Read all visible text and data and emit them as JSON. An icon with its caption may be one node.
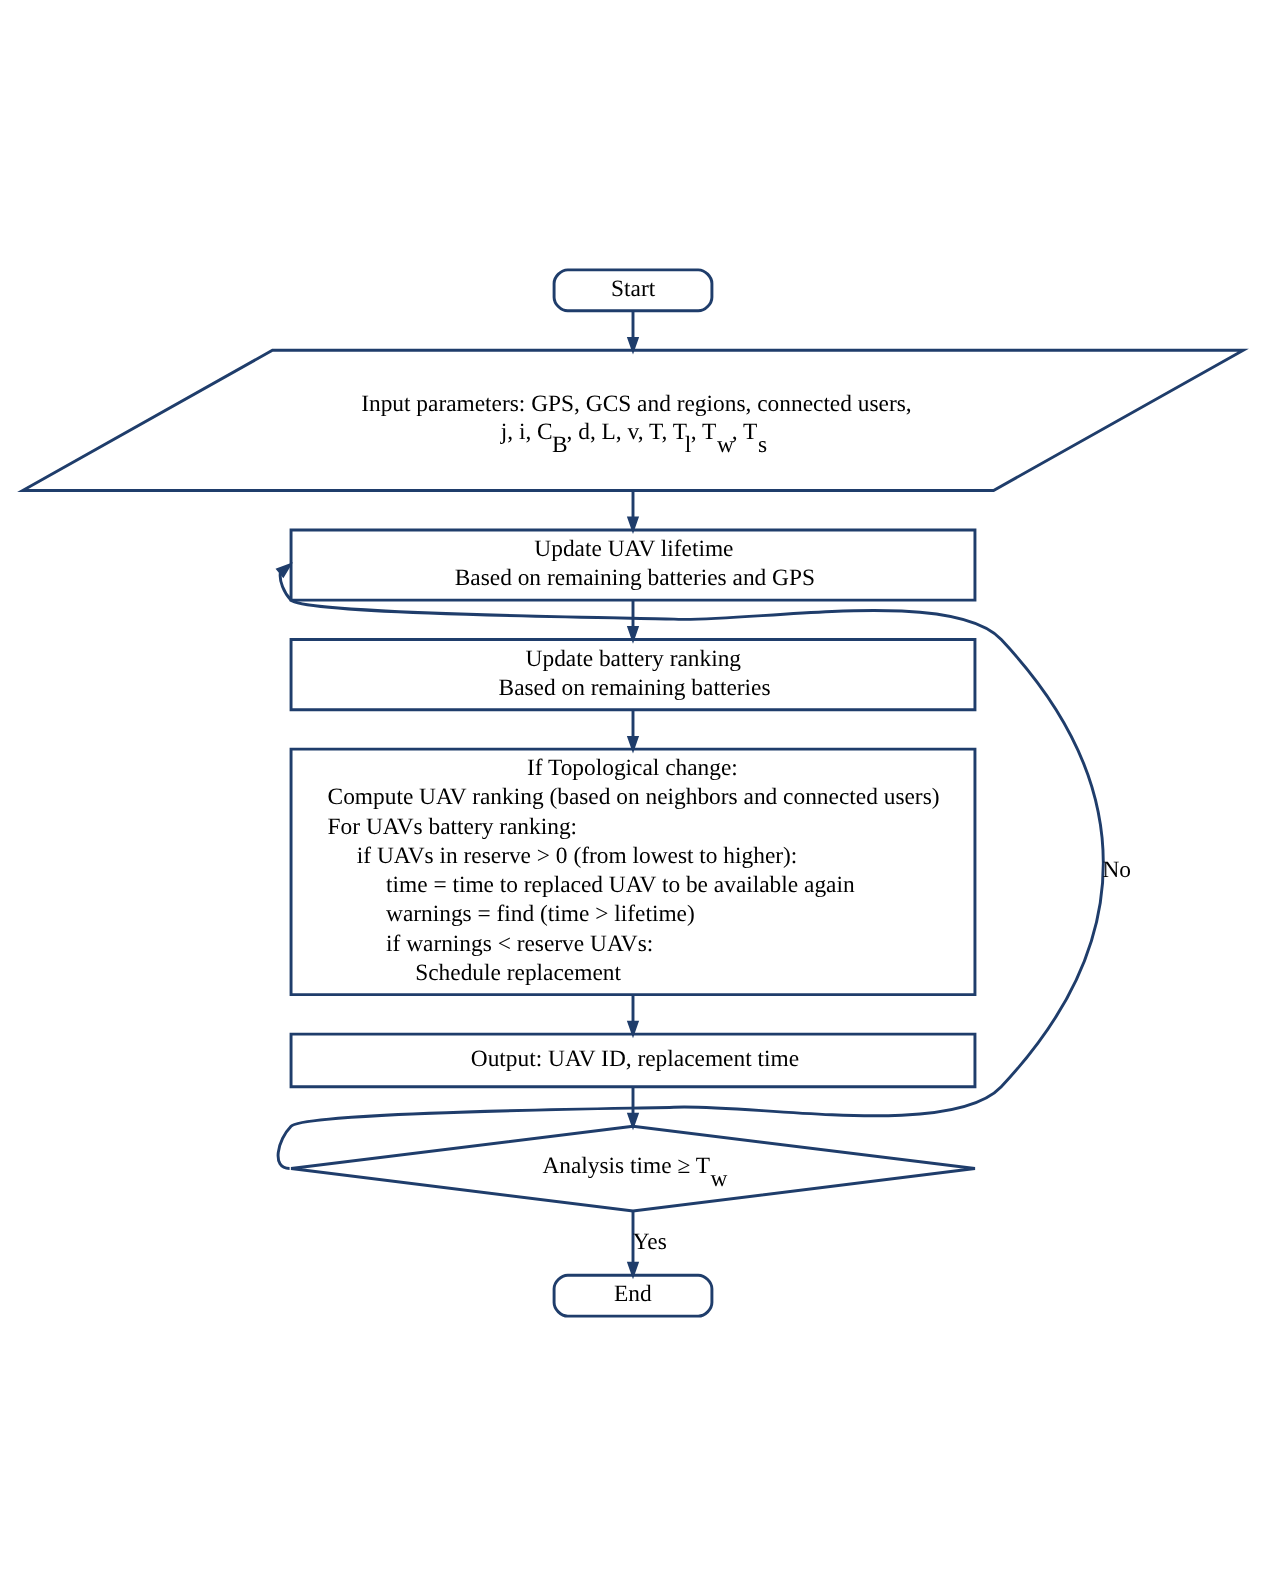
{
  "diagram": {
    "nodes": [
      {
        "text": [
          "Start"
        ]
      },
      {
        "text": [
          "Input parameters: GPS, GCS and regions, connected users, j, i, C$_{B}$, d, L, v, T, T$_{l}$, T$_{w}$, T$_{s}$"
        ]
      },
      {
        "text": [
          "Update UAV lifetime",
          "Based on remaining batteries and GPS"
        ]
      },
      {
        "text": [
          "Update battery ranking",
          "Based on remaining batteries"
        ]
      },
      {
        "text": [
          "If Topological change:",
          "Compute UAV ranking (based on neighbors and connected users)",
          "For UAVs battery ranking:",
          "if UAVs in reserve > 0 (from lowest to higher):",
          "time = time to replaced UAV to be available again",
          "warnings = find (time > lifetime)",
          "if warnings < reserve UAVs:",
          "Schedule replacement"
        ]
      },
      {
        "text": [
          "Output: UAV ID, replacement time"
        ]
      },
      {
        "text": [
          "Analysis time ≥ T$_{w}$"
        ]
      },
      {
        "text": [
          "End"
        ]
      }
    ],
    "edges": [
      {
        "from": 0,
        "to": 1,
        "arrow": "to"
      },
      {
        "from": 1,
        "to": 2,
        "arrow": "to"
      },
      {
        "from": 2,
        "to": 3,
        "arrow": "to"
      },
      {
        "from": 3,
        "to": 4,
        "arrow": "to"
      },
      {
        "from": 4,
        "to": 5,
        "arrow": "to"
      },
      {
        "from": 5,
        "to": 6,
        "arrow": "to"
      },
      {
        "from": 6,
        "to": 7,
        "arrow": "to",
        "label": "Yes"
      },
      {
        "from": 6,
        "to": 2,
        "arrow": "to",
        "label": "No"
      }
    ]
  }
}
